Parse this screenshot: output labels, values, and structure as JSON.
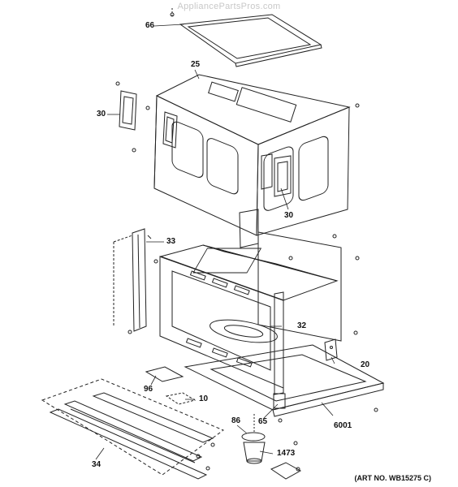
{
  "watermark": "AppliancePartsPros.com",
  "art_number": "(ART NO. WB15275 C)",
  "callouts": {
    "c66": "66",
    "c25": "25",
    "c30a": "30",
    "c30b": "30",
    "c33": "33",
    "c32": "32",
    "c20": "20",
    "c96": "96",
    "c10": "10",
    "c86": "86",
    "c65": "65",
    "c6001": "6001",
    "c1473": "1473",
    "c34": "34"
  }
}
